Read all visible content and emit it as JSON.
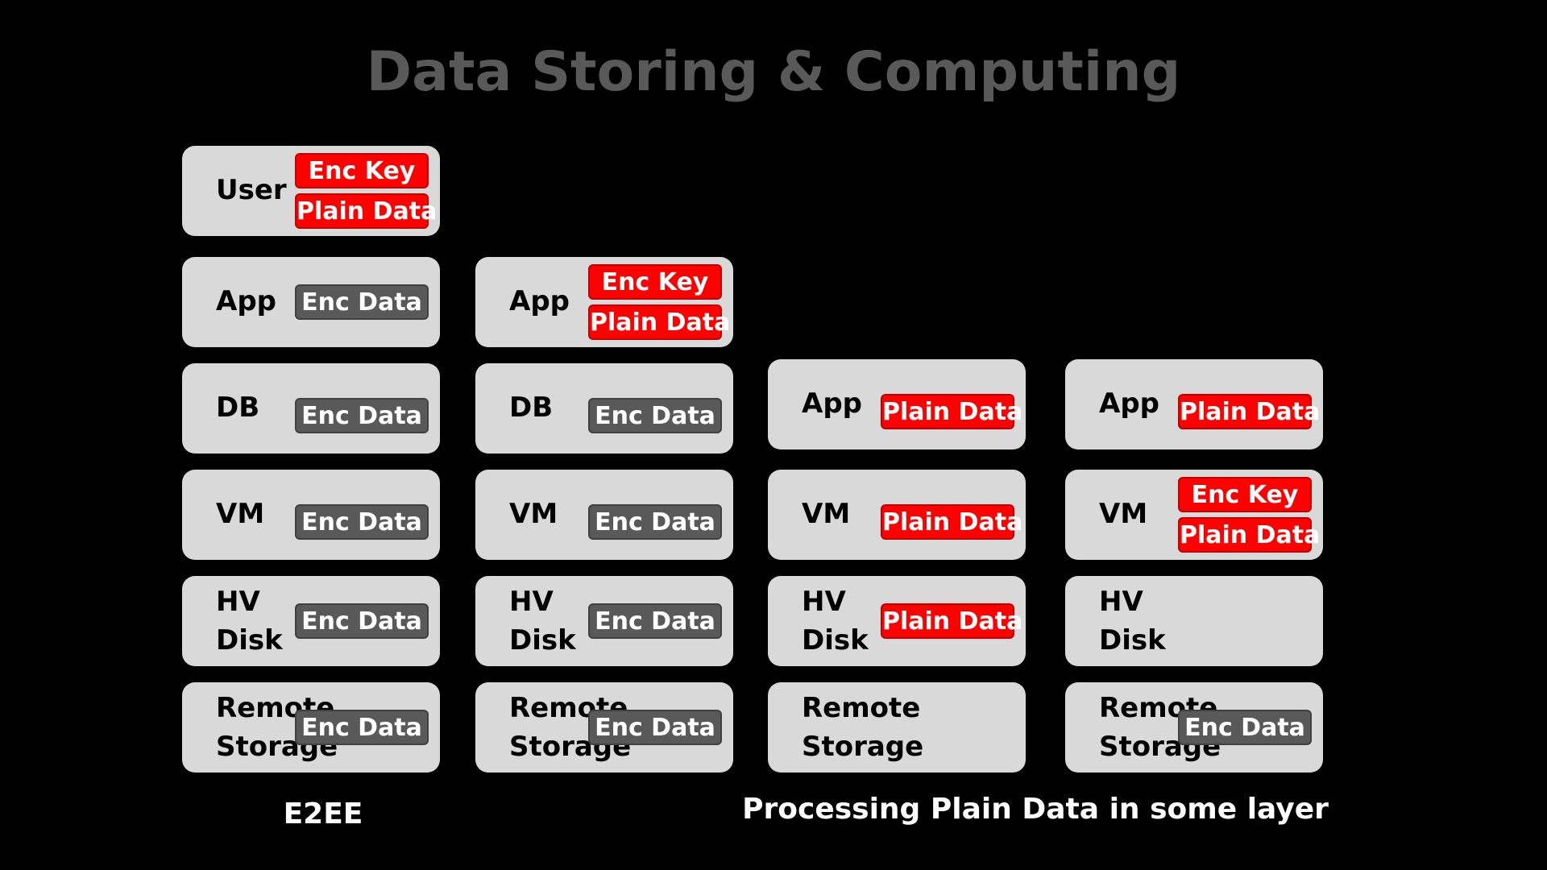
{
  "title": "Data Storing & Computing",
  "columns": [
    {
      "rows": [
        {
          "label": [
            "User"
          ],
          "tags": [
            {
              "text": "Enc Key",
              "color": "red"
            },
            {
              "text": "Plain Data",
              "color": "red"
            }
          ]
        },
        {
          "label": [
            "App"
          ],
          "tags": [
            {
              "text": "Enc Data",
              "color": "gray"
            }
          ]
        },
        {
          "label": [
            "DB"
          ],
          "tags": [
            {
              "text": "Enc Data",
              "color": "gray"
            }
          ]
        },
        {
          "label": [
            "VM"
          ],
          "tags": [
            {
              "text": "Enc Data",
              "color": "gray"
            }
          ]
        },
        {
          "label": [
            "HV",
            "Disk"
          ],
          "tags": [
            {
              "text": "Enc Data",
              "color": "gray"
            }
          ]
        },
        {
          "label": [
            "Remote",
            "Storage"
          ],
          "tags": [
            {
              "text": "Enc Data",
              "color": "gray"
            }
          ]
        }
      ]
    },
    {
      "rows": [
        {
          "label": [
            "App"
          ],
          "tags": [
            {
              "text": "Enc Key",
              "color": "red"
            },
            {
              "text": "Plain Data",
              "color": "red"
            }
          ]
        },
        {
          "label": [
            "DB"
          ],
          "tags": [
            {
              "text": "Enc Data",
              "color": "gray"
            }
          ]
        },
        {
          "label": [
            "VM"
          ],
          "tags": [
            {
              "text": "Enc Data",
              "color": "gray"
            }
          ]
        },
        {
          "label": [
            "HV",
            "Disk"
          ],
          "tags": [
            {
              "text": "Enc Data",
              "color": "gray"
            }
          ]
        },
        {
          "label": [
            "Remote",
            "Storage"
          ],
          "tags": [
            {
              "text": "Enc Data",
              "color": "gray"
            }
          ]
        }
      ]
    },
    {
      "rows": [
        {
          "label": [
            "App"
          ],
          "tags": [
            {
              "text": "Plain Data",
              "color": "red"
            }
          ]
        },
        {
          "label": [
            "VM"
          ],
          "tags": [
            {
              "text": "Plain Data",
              "color": "red"
            }
          ]
        },
        {
          "label": [
            "HV",
            "Disk"
          ],
          "tags": [
            {
              "text": "Plain Data",
              "color": "red"
            }
          ]
        },
        {
          "label": [
            "Remote",
            "Storage"
          ],
          "tags": []
        }
      ]
    },
    {
      "rows": [
        {
          "label": [
            "App"
          ],
          "tags": [
            {
              "text": "Plain Data",
              "color": "red"
            }
          ]
        },
        {
          "label": [
            "VM"
          ],
          "tags": [
            {
              "text": "Enc Key",
              "color": "red"
            },
            {
              "text": "Plain Data",
              "color": "red"
            }
          ]
        },
        {
          "label": [
            "HV",
            "Disk"
          ],
          "tags": []
        },
        {
          "label": [
            "Remote",
            "Storage"
          ],
          "tags": [
            {
              "text": "Enc Data",
              "color": "gray"
            }
          ]
        }
      ]
    }
  ],
  "captions": {
    "e2ee": "E2EE",
    "processing": "Processing Plain Data in some layer"
  },
  "colors": {
    "red": "#ff0000",
    "gray": "#595959",
    "box": "#d9d9d9"
  }
}
